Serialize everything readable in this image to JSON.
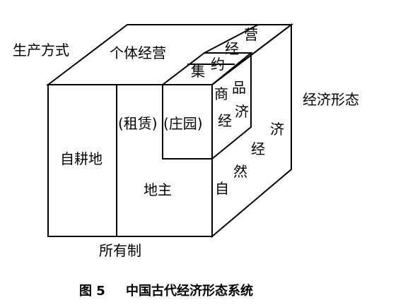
{
  "labels": {
    "production_mode": "生产方式",
    "individual_operation": "个体经营",
    "intensive_operation": [
      "集",
      "约",
      "经",
      "营"
    ],
    "economic_form": "经济形态",
    "commodity_economy": [
      "商",
      "品",
      "经",
      "济"
    ],
    "natural_economy": [
      "自",
      "然",
      "经",
      "济"
    ],
    "self_cultivated_land": "自耕地",
    "tenancy": "(租赁)",
    "manor": "(庄园)",
    "landlord": "地主",
    "ownership": "所有制"
  },
  "caption": {
    "figure_no": "图 5",
    "title": "中国古代经济形态系统"
  }
}
